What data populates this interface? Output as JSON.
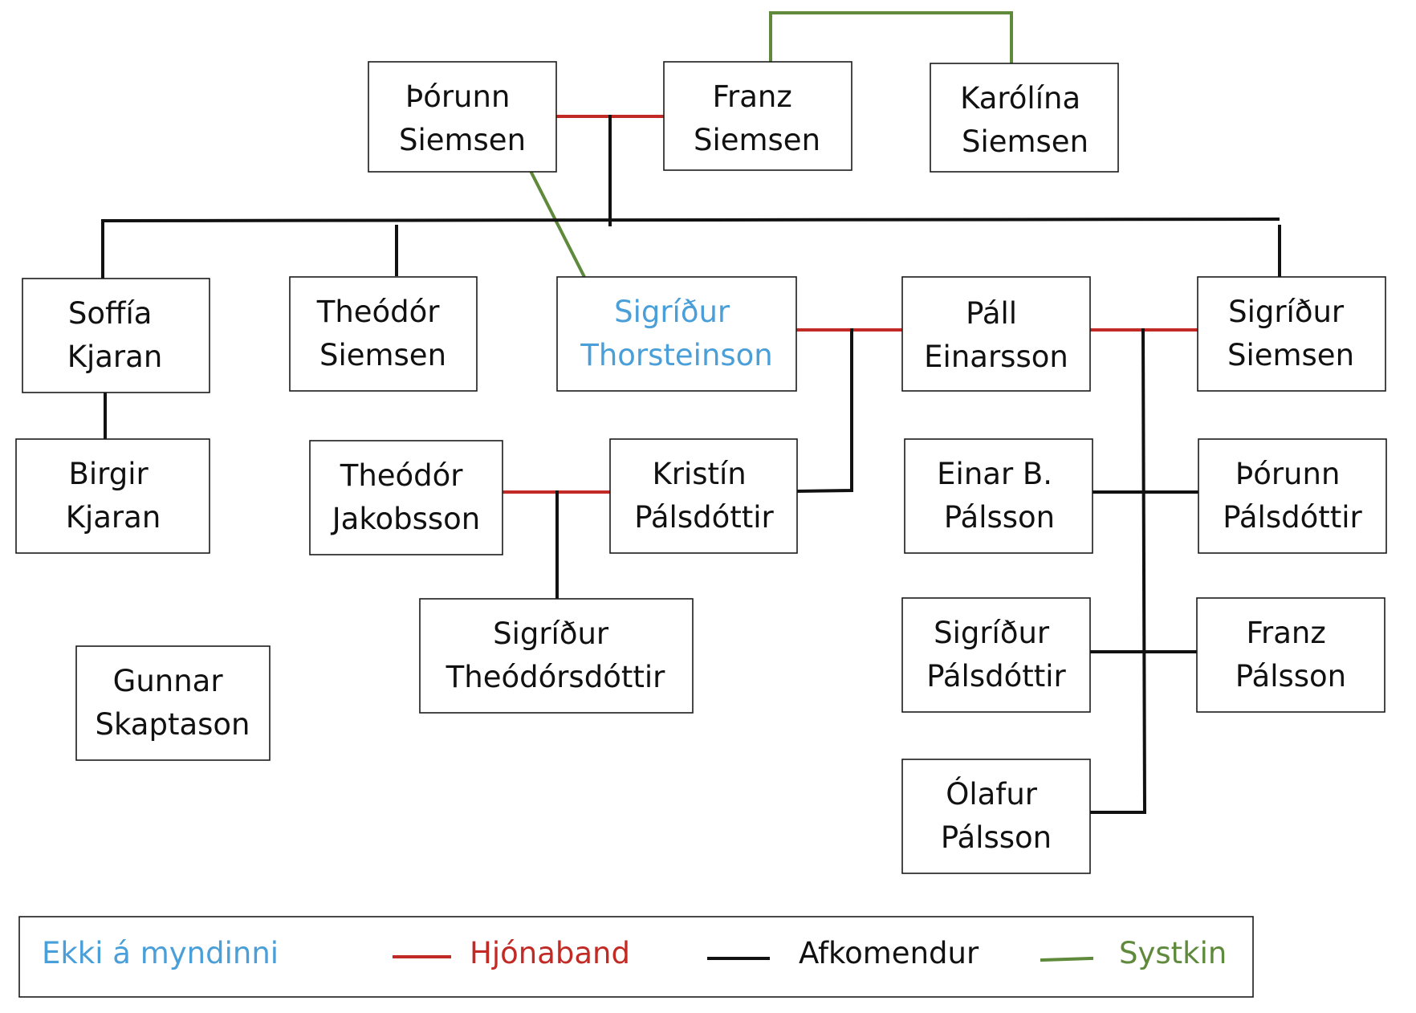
{
  "colors": {
    "marriage": "#c22b25",
    "descendants": "#111111",
    "siblings": "#5f8a3c",
    "not_pictured": "#4a9fd8",
    "text": "#111111"
  },
  "people": {
    "thorunn_siemsen": [
      "Þórunn",
      "Siemsen"
    ],
    "franz_siemsen": [
      "Franz",
      "Siemsen"
    ],
    "karolina_siemsen": [
      "Karólína",
      "Siemsen"
    ],
    "soffia_kjaran": [
      "Soffía",
      "Kjaran"
    ],
    "theodor_siemsen": [
      "Theódór",
      "Siemsen"
    ],
    "sigridur_thorsteinson": [
      "Sigríður",
      "Thorsteinson"
    ],
    "pall_einarsson": [
      "Páll",
      "Einarsson"
    ],
    "sigridur_siemsen": [
      "Sigríður",
      "Siemsen"
    ],
    "birgir_kjaran": [
      "Birgir",
      "Kjaran"
    ],
    "theodor_jakobsson": [
      "Theódór",
      "Jakobsson"
    ],
    "kristin_palsdottir": [
      "Kristín",
      "Pálsdóttir"
    ],
    "einar_palsson": [
      "Einar B.",
      "Pálsson"
    ],
    "thorunn_palsdottir": [
      "Þórunn",
      "Pálsdóttir"
    ],
    "sigridur_theodorsdottir": [
      "Sigríður",
      "Theódórsdóttir"
    ],
    "sigridur_palsdottir": [
      "Sigríður",
      "Pálsdóttir"
    ],
    "franz_palsson": [
      "Franz",
      "Pálsson"
    ],
    "gunnar_skaptason": [
      "Gunnar",
      "Skaptason"
    ],
    "olafur_palsson": [
      "Ólafur",
      "Pálsson"
    ]
  },
  "not_pictured": [
    "sigridur_thorsteinson"
  ],
  "legend": {
    "not_pictured": "Ekki á myndinni",
    "marriage": "Hjónaband",
    "descendants": "Afkomendur",
    "siblings": "Systkin"
  }
}
